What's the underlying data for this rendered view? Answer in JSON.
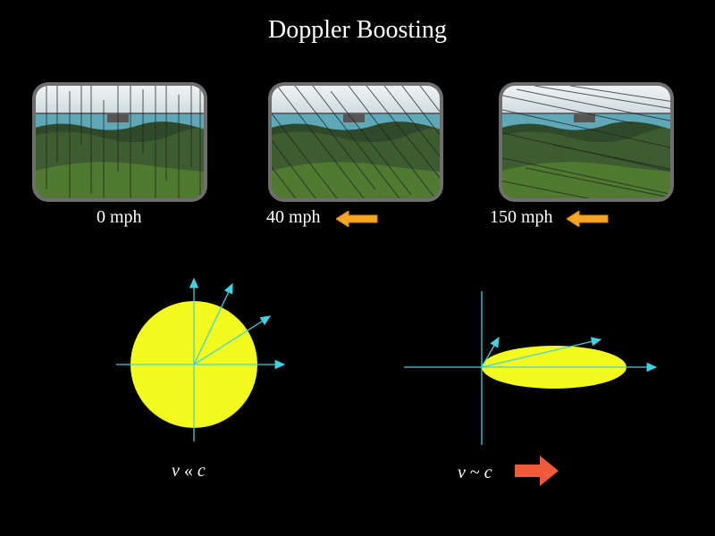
{
  "title": "Doppler Boosting",
  "windows": [
    {
      "label": "0 mph"
    },
    {
      "label": "40 mph"
    },
    {
      "label": "150 mph"
    }
  ],
  "diagrams": [
    {
      "caption_v": "v",
      "caption_rel": "«",
      "caption_c": "c"
    },
    {
      "caption_v": "v",
      "caption_rel": "~",
      "caption_c": "c"
    }
  ],
  "colors": {
    "lobe": "#f2fa1e",
    "axis": "#3bd4e6",
    "speed_arrow": "#f5a623",
    "motion_arrow": "#ef5a3a"
  }
}
